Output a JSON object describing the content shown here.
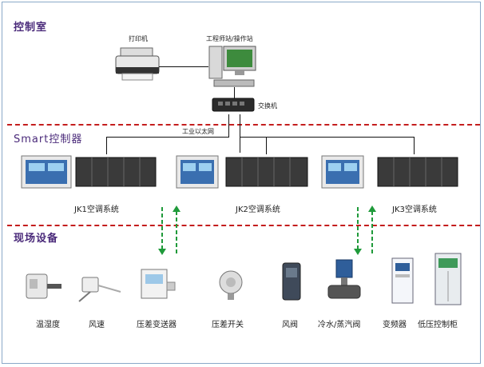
{
  "sections": {
    "control_room": "控制室",
    "smart_controller": "Smart控制器",
    "field_devices": "现场设备"
  },
  "control_room": {
    "printer": "打印机",
    "workstation": "工程师站/操作站",
    "switch": "交换机",
    "ethernet": "工业以太网"
  },
  "systems": [
    {
      "label": "JK1空调系统"
    },
    {
      "label": "JK2空调系统"
    },
    {
      "label": "JK3空调系统"
    }
  ],
  "devices": [
    {
      "label": "温湿度"
    },
    {
      "label": "风速"
    },
    {
      "label": "压差变送器"
    },
    {
      "label": "压差开关"
    },
    {
      "label": "风阀"
    },
    {
      "label": "冷水/蒸汽阀"
    },
    {
      "label": "变频器"
    },
    {
      "label": "低压控制柜"
    }
  ],
  "colors": {
    "divider": "#c41e1e",
    "arrow": "#1f9a3a",
    "title": "#4a2a7a"
  }
}
